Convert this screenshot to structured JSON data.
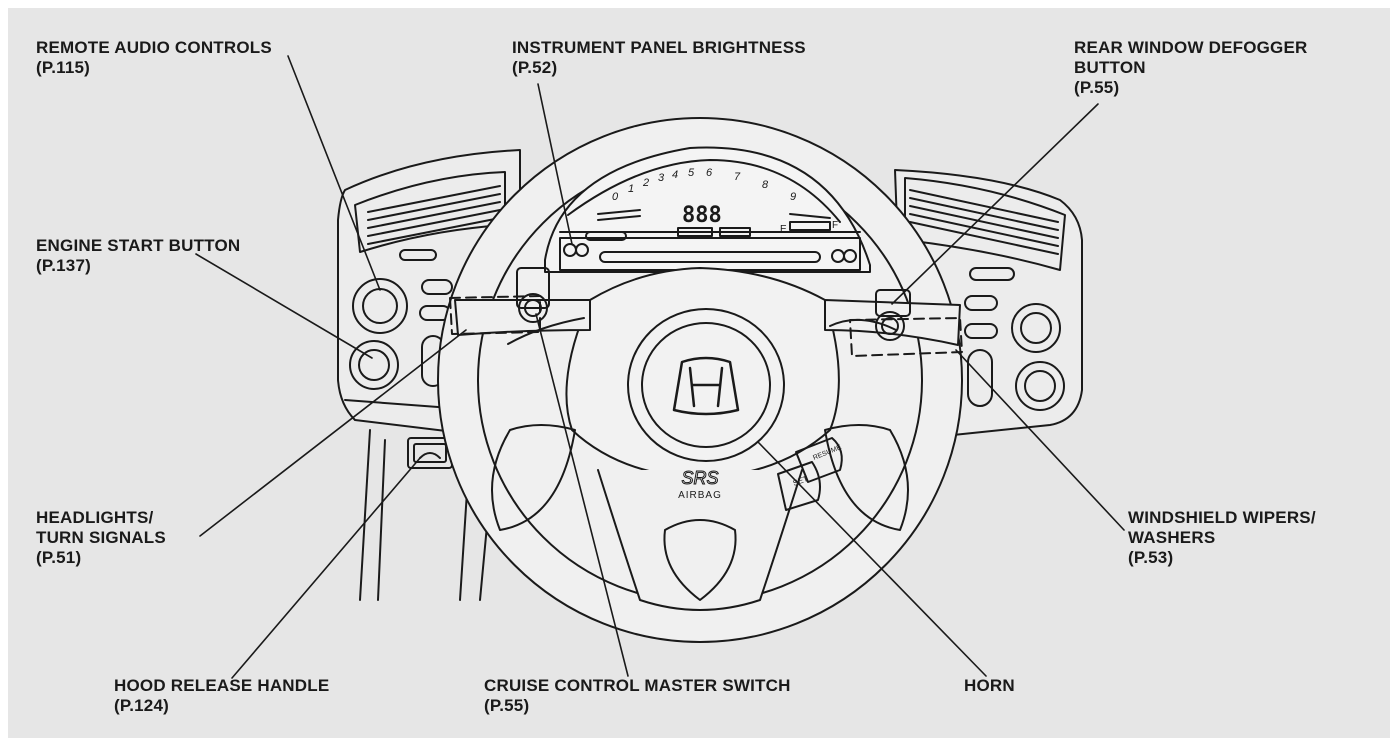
{
  "callouts": {
    "remote_audio": {
      "line1": "REMOTE AUDIO CONTROLS",
      "page": "(P.115)"
    },
    "instrument": {
      "line1": "INSTRUMENT PANEL BRIGHTNESS",
      "page": "(P.52)"
    },
    "rear_defogger": {
      "line1": "REAR WINDOW DEFOGGER",
      "line2": "BUTTON",
      "page": "(P.55)"
    },
    "engine_start": {
      "line1": "ENGINE START BUTTON",
      "page": "(P.137)"
    },
    "headlights": {
      "line1": "HEADLIGHTS/",
      "line2": "TURN SIGNALS",
      "page": "(P.51)"
    },
    "wipers": {
      "line1": "WINDSHIELD WIPERS/",
      "line2": "WASHERS",
      "page": "(P.53)"
    },
    "hood_release": {
      "line1": "HOOD RELEASE HANDLE",
      "page": "(P.124)"
    },
    "cruise_control": {
      "line1": "CRUISE CONTROL MASTER SWITCH",
      "page": "(P.55)"
    },
    "horn": {
      "line1": "HORN"
    }
  },
  "cluster": {
    "digital_readout": "888",
    "tach_numbers": [
      "0",
      "1",
      "2",
      "3",
      "4",
      "5",
      "6",
      "7",
      "8",
      "9"
    ],
    "fuel_e": "E",
    "fuel_f": "F"
  },
  "steering_wheel": {
    "airbag_srs": "SRS",
    "airbag_label": "AIRBAG",
    "cruise_button_1": "RESUME",
    "cruise_button_2": "SET"
  },
  "colors": {
    "background": "#e6e6e6",
    "line": "#1a1a1a"
  }
}
